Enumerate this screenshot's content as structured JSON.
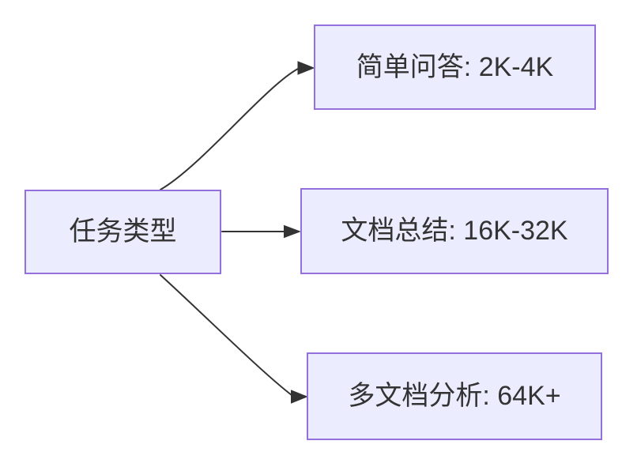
{
  "flowchart": {
    "type": "flowchart",
    "orientation": "left-to-right",
    "nodes": {
      "root": {
        "id": "task-type",
        "label": "任务类型"
      },
      "simple_qa": {
        "id": "simple-qa",
        "label": "简单问答: 2K-4K"
      },
      "doc_summary": {
        "id": "doc-summary",
        "label": "文档总结: 16K-32K"
      },
      "multi_doc": {
        "id": "multi-doc",
        "label": "多文档分析: 64K+"
      }
    },
    "edges": [
      {
        "from": "task-type",
        "to": "simple-qa",
        "style": "curved-up",
        "arrowhead": "triangle"
      },
      {
        "from": "task-type",
        "to": "doc-summary",
        "style": "straight",
        "arrowhead": "triangle"
      },
      {
        "from": "task-type",
        "to": "multi-doc",
        "style": "curved-down",
        "arrowhead": "triangle"
      }
    ],
    "colors": {
      "node_fill": "#ECECFF",
      "node_border": "#9370DB",
      "edge_stroke": "#333333",
      "label_text": "#333333",
      "background": "#FFFFFF"
    }
  }
}
